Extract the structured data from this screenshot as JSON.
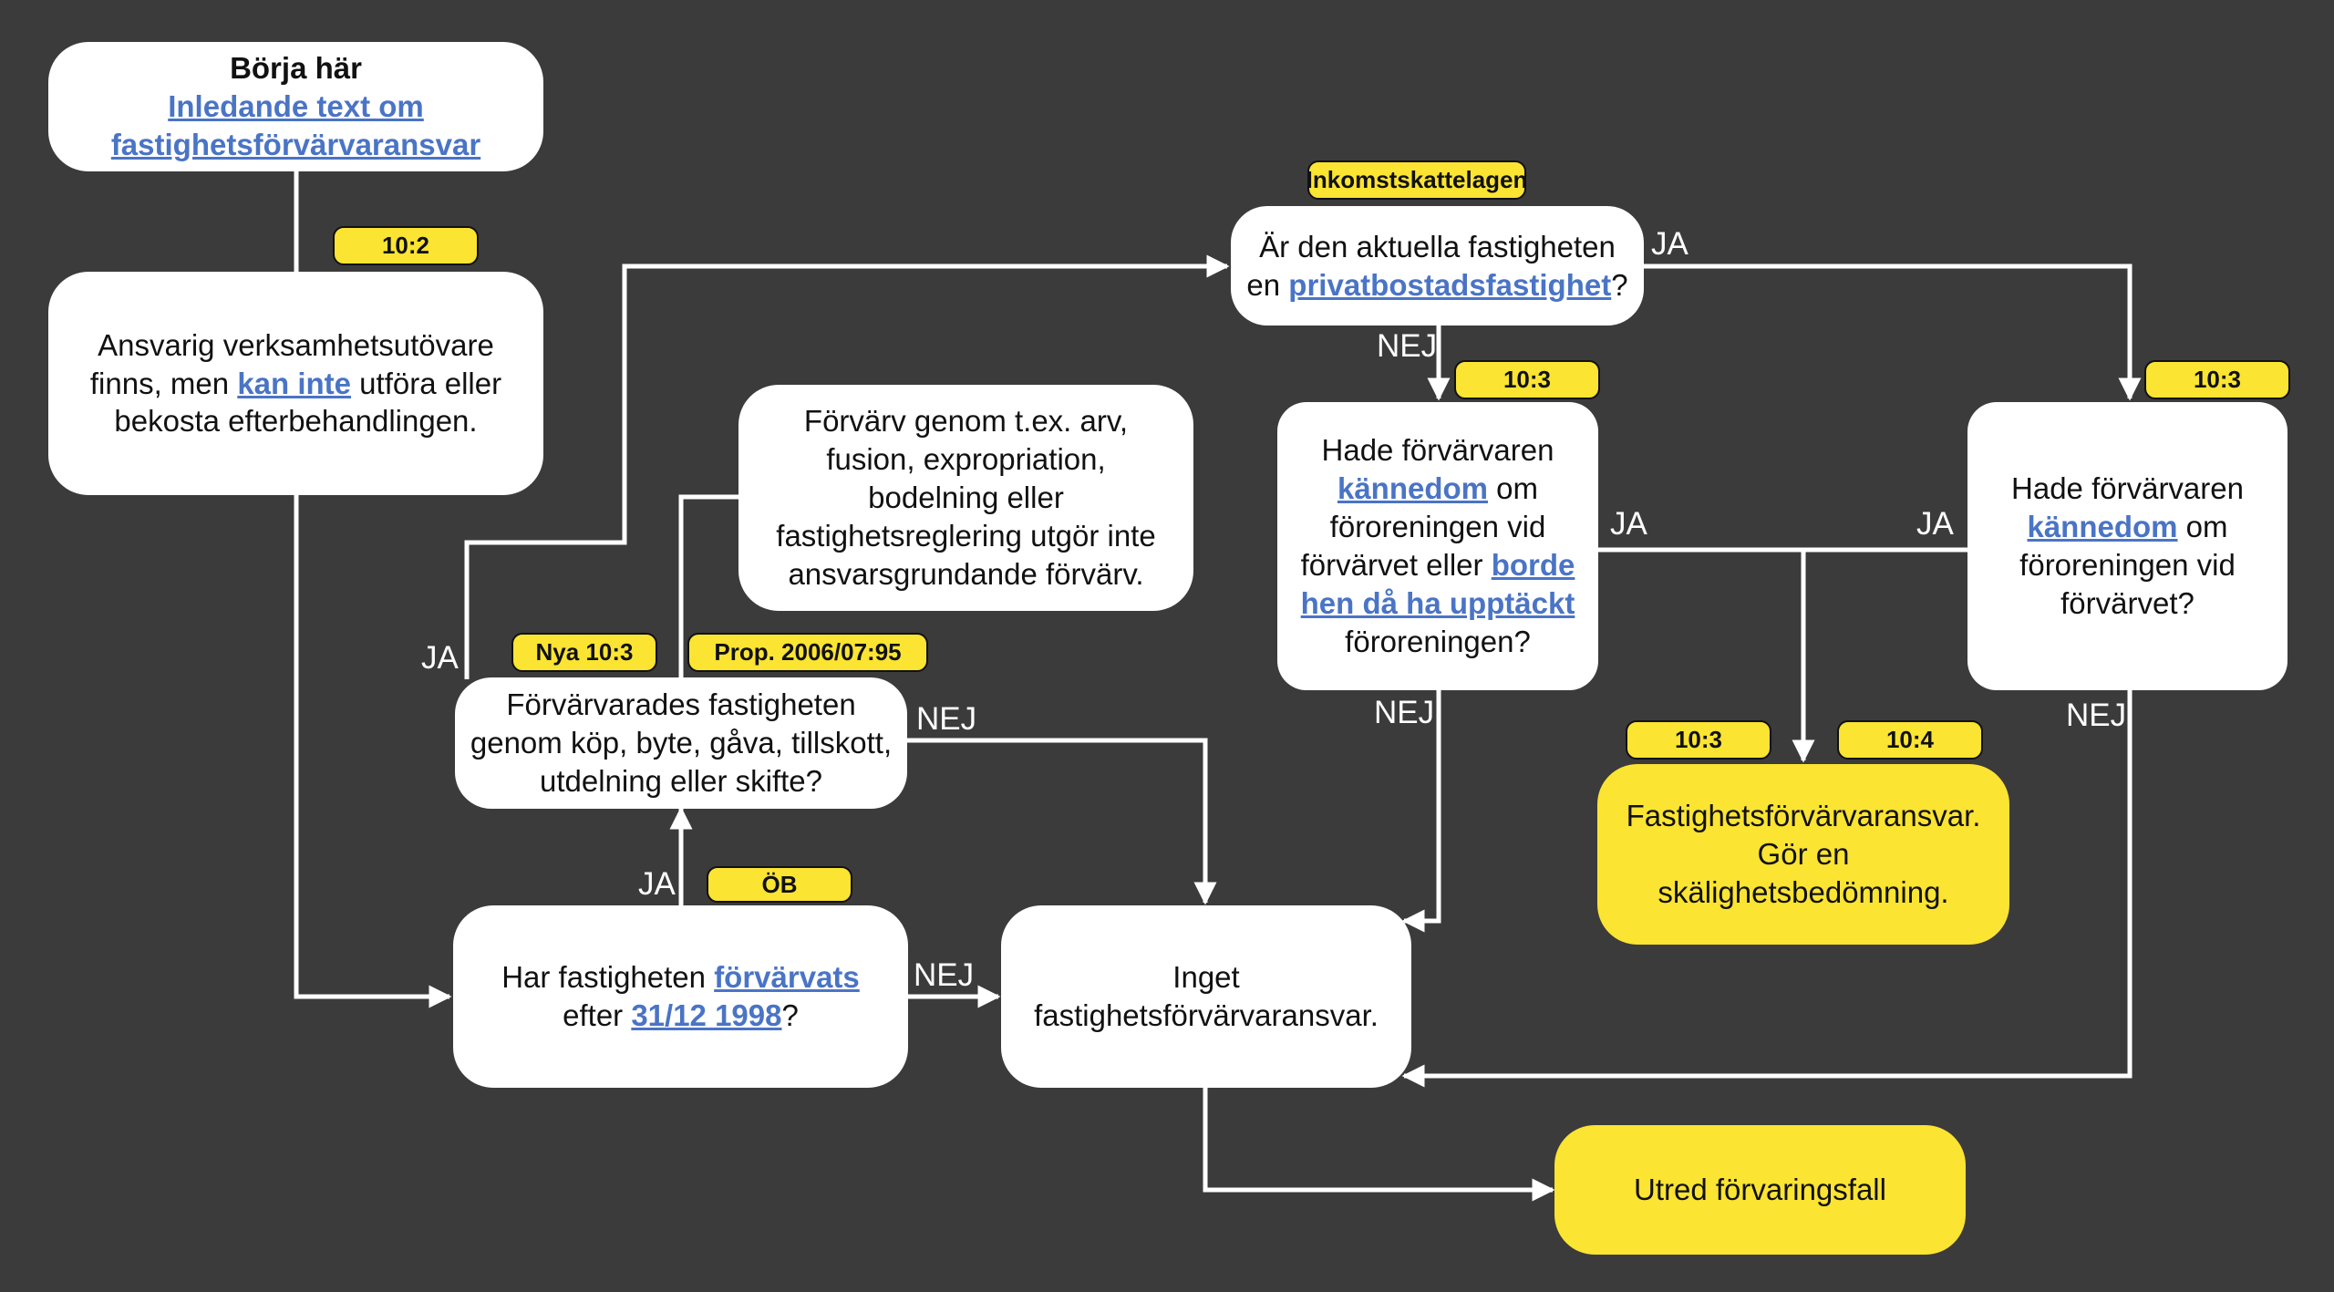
{
  "nodes": {
    "start": {
      "title": "Börja här",
      "link": "Inledande text om fastighetsförvärvaransvar"
    },
    "operator": {
      "pre": "Ansvarig verksamhetsutövare finns, men ",
      "link": "kan inte",
      "post": " utföra eller bekosta efterbehandlingen."
    },
    "acquisition_types": {
      "text": "Förvärv genom t.ex.  arv, fusion, expropriation, bodelning eller fastighetsreglering utgör inte ansvarsgrundande förvärv."
    },
    "purchase_question": {
      "text": "Förvärvarades fastigheten genom köp, byte, gåva, tillskott, utdelning eller skifte?"
    },
    "acquired_after": {
      "pre": "Har fastigheten ",
      "link1": "förvärvats",
      "mid": " efter ",
      "link2": "31/12 1998",
      "post": "?"
    },
    "private_residence": {
      "pre": "Är den aktuella fastigheten en ",
      "link": "privatbostadsfastighet",
      "post": "?"
    },
    "knowledge_should": {
      "pre": "Hade förvärvaren ",
      "link1": "kännedom",
      "mid": " om föroreningen vid förvärvet eller ",
      "link2": "borde hen då ha upptäckt",
      "post": " föroreningen?"
    },
    "knowledge": {
      "pre": "Hade förvärvaren ",
      "link": "kännedom",
      "post": " om föroreningen vid förvärvet?"
    },
    "no_liability": {
      "text": "Inget fastighetsförvärvaransvar."
    },
    "liability": {
      "text": "Fastighetsförvärvaransvar. Gör en skälighetsbedömning."
    },
    "investigate": {
      "text": "Utred förvaringsfall"
    }
  },
  "tags": {
    "t_10_2": "10:2",
    "t_inkomst": "Inkomstskattelagen",
    "t_10_3_mid": "10:3",
    "t_10_3_right": "10:3",
    "t_nya_10_3": "Nya 10:3",
    "t_prop": "Prop. 2006/07:95",
    "t_ob": "ÖB",
    "t_10_3_result": "10:3",
    "t_10_4_result": "10:4"
  },
  "edge_labels": {
    "ja_purchase_up": "JA",
    "nej_purchase": "NEJ",
    "ja_acquired": "JA",
    "nej_acquired": "NEJ",
    "ja_private": "JA",
    "nej_private": "NEJ",
    "ja_knowledge_should": "JA",
    "ja_knowledge": "JA",
    "nej_knowledge_should": "NEJ",
    "nej_knowledge": "NEJ"
  },
  "colors": {
    "background": "#3b3b3b",
    "box": "#ffffff",
    "highlight": "#fbe432",
    "link": "#4a74c5",
    "connector": "#ffffff"
  }
}
